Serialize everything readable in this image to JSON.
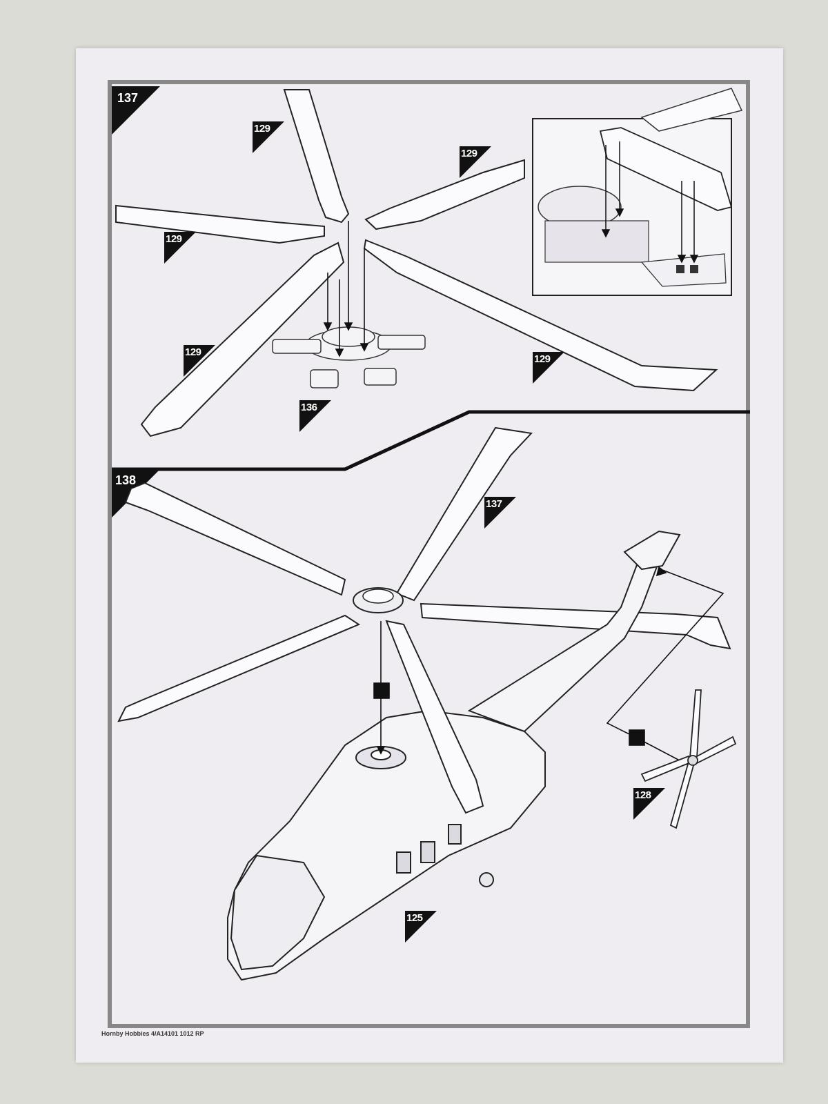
{
  "steps": [
    {
      "number": "137"
    },
    {
      "number": "138"
    }
  ],
  "part_tags": {
    "s137_a": "129",
    "s137_b": "129",
    "s137_c": "129",
    "s137_d": "129",
    "s137_e": "129",
    "s137_f": "136",
    "s138_a": "137",
    "s138_b": "128",
    "s138_c": "125"
  },
  "footer": "Hornby Hobbies 4/A14101 1012 RP"
}
